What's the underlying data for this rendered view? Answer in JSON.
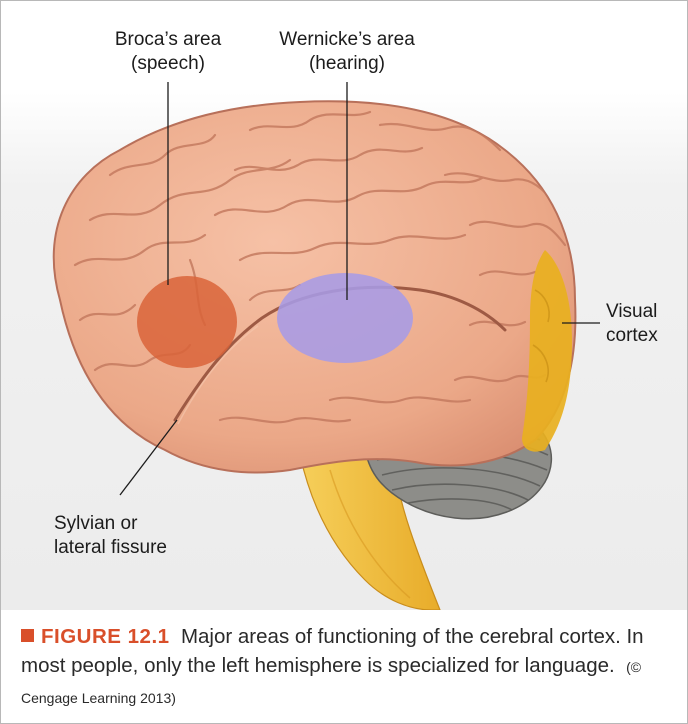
{
  "labels": {
    "broca": {
      "line1": "Broca’s area",
      "line2": "(speech)"
    },
    "wernicke": {
      "line1": "Wernicke’s area",
      "line2": "(hearing)"
    },
    "visual": {
      "line1": "Visual",
      "line2": "cortex"
    },
    "sylvian": {
      "line1": "Sylvian or",
      "line2": "lateral fissure"
    }
  },
  "caption": {
    "figure_label": "FIGURE 12.1",
    "text": "Major areas of functioning of the cerebral cortex. In most people, only the left hemisphere is specialized for language.",
    "credit": "(© Cengage Learning 2013)"
  },
  "colors": {
    "accent": "#d94f2a",
    "cortex": "#eeab8c",
    "broca_region": "#d9643a",
    "wernicke_region": "#a79be6",
    "visual_region": "#e8b020",
    "cerebellum": "#8a8a86",
    "brainstem": "#f1c24a"
  },
  "icons": {
    "caption_marker": "square-bullet-icon"
  }
}
